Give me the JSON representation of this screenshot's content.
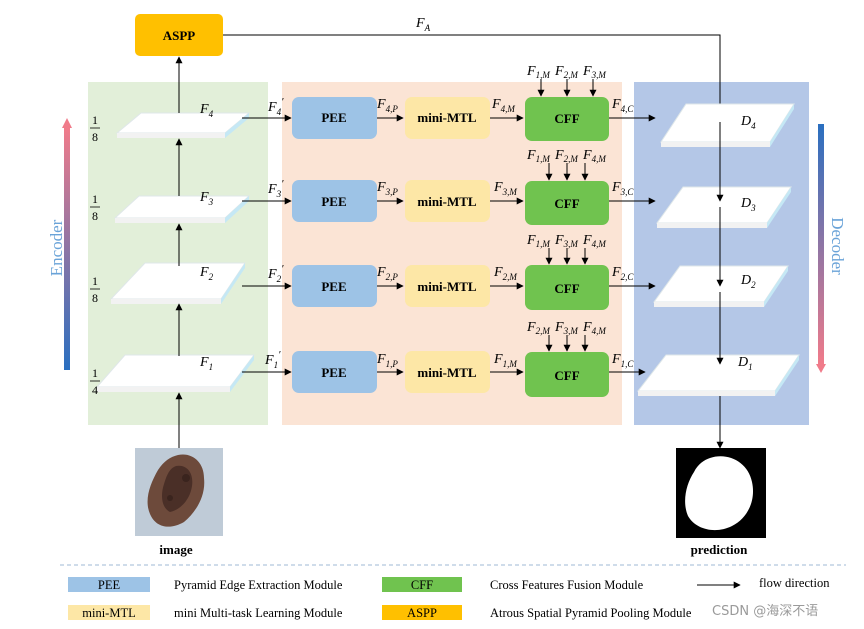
{
  "top": {
    "aspp_label": "ASPP",
    "fa_label": "F",
    "fa_sub": "A"
  },
  "encoder": {
    "side_label": "Encoder",
    "levels": [
      {
        "feature": "F",
        "sub": "4",
        "scale_num": "1",
        "scale_den": "8",
        "prime": "F",
        "prime_sub": "4",
        "prime_mark": "′"
      },
      {
        "feature": "F",
        "sub": "3",
        "scale_num": "1",
        "scale_den": "8",
        "prime": "F",
        "prime_sub": "3",
        "prime_mark": "′"
      },
      {
        "feature": "F",
        "sub": "2",
        "scale_num": "1",
        "scale_den": "8",
        "prime": "F",
        "prime_sub": "2",
        "prime_mark": "′"
      },
      {
        "feature": "F",
        "sub": "1",
        "scale_num": "1",
        "scale_den": "4",
        "prime": "F",
        "prime_sub": "1",
        "prime_mark": "′"
      }
    ]
  },
  "middle": {
    "pee_label": "PEE",
    "mtl_label": "mini-MTL",
    "cff_label": "CFF",
    "rows": [
      {
        "p_sub": "4,P",
        "m_sub": "4,M",
        "c_sub": "4,C",
        "inputs": [
          "1,M",
          "2,M",
          "3,M"
        ]
      },
      {
        "p_sub": "3,P",
        "m_sub": "3,M",
        "c_sub": "3,C",
        "inputs": [
          "1,M",
          "2,M",
          "4,M"
        ]
      },
      {
        "p_sub": "2,P",
        "m_sub": "2,M",
        "c_sub": "2,C",
        "inputs": [
          "1,M",
          "3,M",
          "4,M"
        ]
      },
      {
        "p_sub": "1,P",
        "m_sub": "1,M",
        "c_sub": "1,C",
        "inputs": [
          "2,M",
          "3,M",
          "4,M"
        ]
      }
    ]
  },
  "decoder": {
    "side_label": "Decoder",
    "levels": [
      {
        "label": "D",
        "sub": "4"
      },
      {
        "label": "D",
        "sub": "3"
      },
      {
        "label": "D",
        "sub": "2"
      },
      {
        "label": "D",
        "sub": "1"
      }
    ]
  },
  "captions": {
    "input": "image",
    "output": "prediction"
  },
  "legend": {
    "items": [
      {
        "key": "PEE",
        "text": "Pyramid Edge Extraction Module",
        "color": "#9dc3e6"
      },
      {
        "key": "CFF",
        "text": "Cross Features Fusion Module",
        "color": "#70c34f"
      },
      {
        "key": "",
        "text": "flow direction",
        "color": "#000000"
      },
      {
        "key": "mini-MTL",
        "text": "mini Multi-task Learning Module",
        "color": "#fde7a6"
      },
      {
        "key": "ASPP",
        "text": "Atrous Spatial Pyramid Pooling Module",
        "color": "#ffc000"
      }
    ]
  },
  "watermark": "CSDN @海深不语",
  "colors": {
    "encoder_bg": "#e2efd9",
    "middle_bg": "#fbe4d5",
    "decoder_bg": "#b4c7e7",
    "pee": "#9dc3e6",
    "mtl": "#fde7a6",
    "cff": "#70c34f",
    "aspp": "#ffc000",
    "slab_edge": "#c5e8f5"
  }
}
